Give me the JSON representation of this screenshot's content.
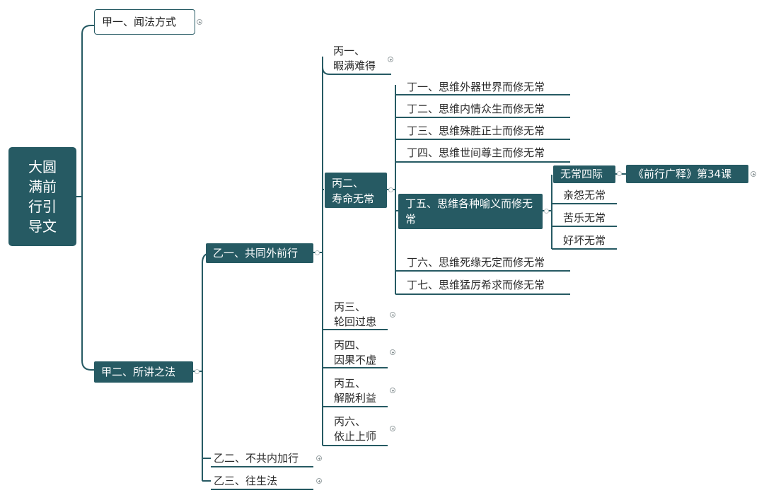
{
  "root": {
    "label": "大圆满前行引导文"
  },
  "jia1": {
    "label": "甲一、闻法方式"
  },
  "jia2": {
    "label": "甲二、所讲之法"
  },
  "yi1": {
    "label": "乙一、共同外前行"
  },
  "yi2": {
    "label": "乙二、不共内加行"
  },
  "yi3": {
    "label": "乙三、往生法"
  },
  "bing": [
    {
      "line1": "丙一、",
      "line2": "暇满难得"
    },
    {
      "line1": "丙二、",
      "line2": "寿命无常"
    },
    {
      "line1": "丙三、",
      "line2": "轮回过患"
    },
    {
      "line1": "丙四、",
      "line2": "因果不虚"
    },
    {
      "line1": "丙五、",
      "line2": "解脱利益"
    },
    {
      "line1": "丙六、",
      "line2": "依止上师"
    }
  ],
  "ding": [
    "丁一、思维外器世界而修无常",
    "丁二、思维内情众生而修无常",
    "丁三、思维殊胜正士而修无常",
    "丁四、思维世间尊主而修无常",
    "丁五、思维各种喻义而修无常",
    "丁六、思维死缘无定而修无常",
    "丁七、思维猛厉希求而修无常"
  ],
  "wu": [
    "无常四际",
    "亲怨无常",
    "苦乐无常",
    "好坏无常"
  ],
  "lesson": {
    "label": "《前行广释》第34课"
  }
}
